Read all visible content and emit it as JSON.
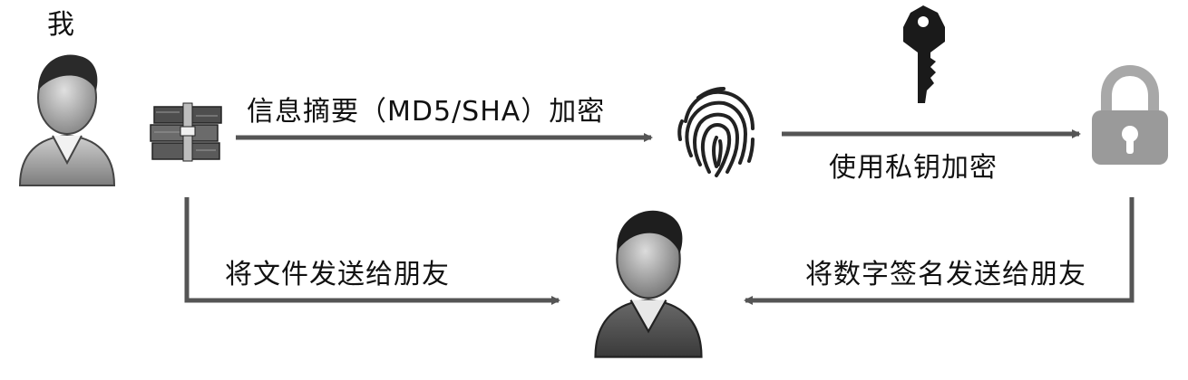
{
  "me_label": "我",
  "labels": {
    "digest": "信息摘要（MD5/SHA）加密",
    "private_key": "使用私钥加密",
    "send_file": "将文件发送给朋友",
    "send_signature": "将数字签名发送给朋友"
  },
  "icons": {
    "me": "person-icon",
    "file": "archive-icon",
    "fingerprint": "fingerprint-icon",
    "key": "key-icon",
    "lock": "padlock-icon",
    "friend": "person-icon"
  },
  "colors": {
    "arrow": "#555555",
    "text": "#111111",
    "lock": "#999999"
  }
}
